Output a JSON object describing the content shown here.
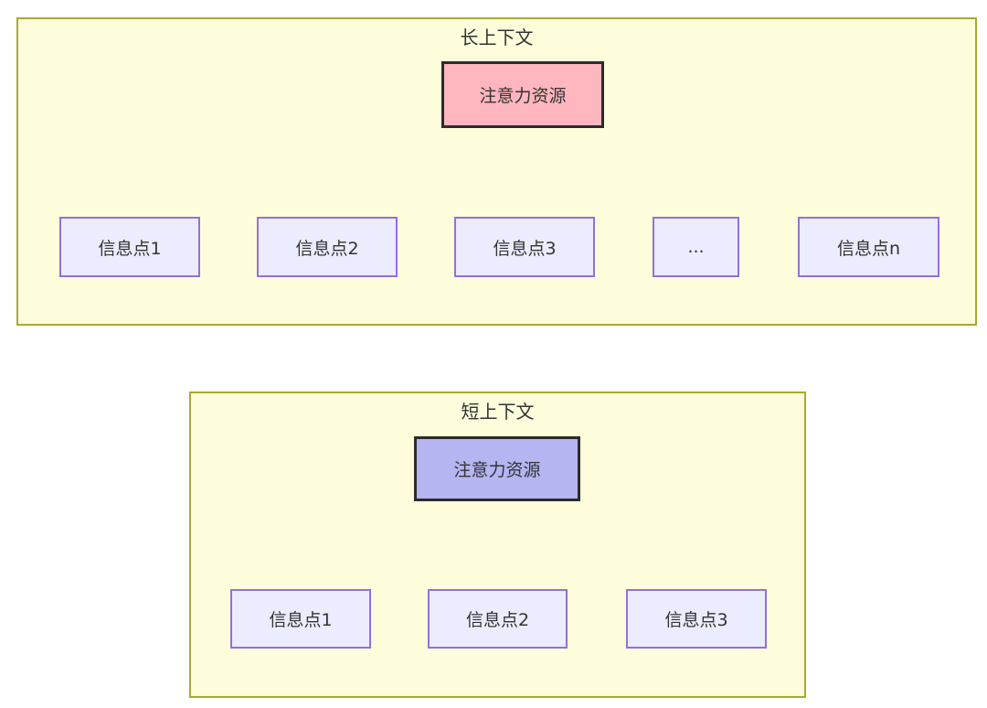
{
  "long_context": {
    "title": "长上下文",
    "root": {
      "label": "注意力资源"
    },
    "children": [
      {
        "label": "信息点1"
      },
      {
        "label": "信息点2"
      },
      {
        "label": "信息点3"
      },
      {
        "label": "..."
      },
      {
        "label": "信息点n"
      }
    ]
  },
  "short_context": {
    "title": "短上下文",
    "root": {
      "label": "注意力资源"
    },
    "children": [
      {
        "label": "信息点1"
      },
      {
        "label": "信息点2"
      },
      {
        "label": "信息点3"
      }
    ]
  },
  "colors": {
    "container_fill": "#fdfddc",
    "container_border": "#a9a933",
    "node_fill": "#ececff",
    "node_border": "#9370db",
    "root_border": "#2b2b2b",
    "long_root_fill": "#ffb6be",
    "short_root_fill": "#b5b5f2",
    "edge": "#333333",
    "text": "#333333"
  }
}
